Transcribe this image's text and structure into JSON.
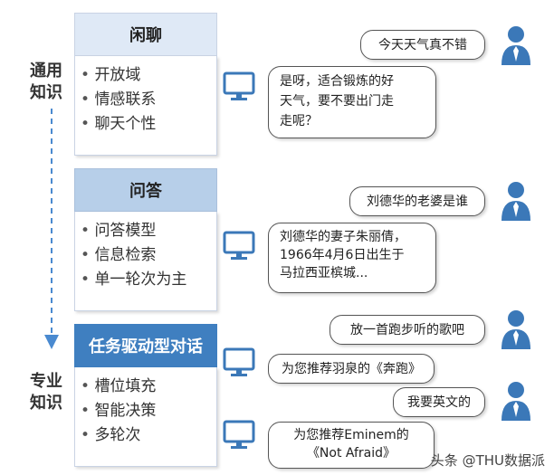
{
  "labels": {
    "general": [
      "通用",
      "知识"
    ],
    "expert": [
      "专业",
      "知识"
    ]
  },
  "cards": [
    {
      "title": "闲聊",
      "items": [
        "开放域",
        "情感联系",
        "聊天个性"
      ]
    },
    {
      "title": "问答",
      "items": [
        "问答模型",
        "信息检索",
        "单一轮次为主"
      ]
    },
    {
      "title": "任务驱动型对话",
      "items": [
        "槽位填充",
        "智能决策",
        "多轮次"
      ]
    }
  ],
  "dialogs": {
    "chat_user": "今天天气真不错",
    "chat_bot": [
      "是呀，适合锻炼的好",
      "天气，要不要出门走",
      "走呢？"
    ],
    "qa_user": "刘德华的老婆是谁",
    "qa_bot": [
      "刘德华的妻子朱丽倩，",
      "1966年4月6日出生于",
      "马拉西亚槟城..."
    ],
    "task_user1": "放一首跑步听的歌吧",
    "task_bot1": "为您推荐羽泉的《奔跑》",
    "task_user2": "我要英文的",
    "task_bot2": [
      "为您推荐Eminem的",
      "《Not Afraid》"
    ]
  },
  "watermark": "头条 @THU数据派",
  "colors": {
    "header_light": "#dfe9f6",
    "header_mid": "#b7cfe9",
    "header_dark": "#3f7fc0",
    "icon_blue": "#3b78b8"
  }
}
